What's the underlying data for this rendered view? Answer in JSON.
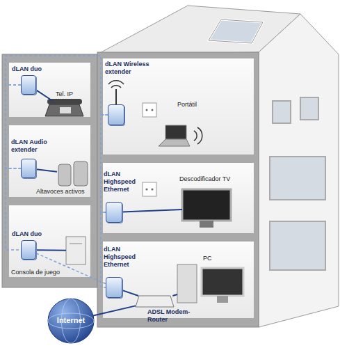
{
  "diagram": {
    "nodes": [
      {
        "text": [
          "dLAN duo"
        ]
      },
      {
        "text": [
          "Tel. IP"
        ]
      },
      {
        "text": [
          "dLAN Wireless extender"
        ]
      },
      {
        "text": [
          "Portátil"
        ]
      },
      {
        "text": [
          "dLAN Audio extender"
        ]
      },
      {
        "text": [
          "Altavoces activos"
        ]
      },
      {
        "text": [
          "dLAN Highspeed Ethernet"
        ]
      },
      {
        "text": [
          "Descodificador TV"
        ]
      },
      {
        "text": [
          "dLAN duo"
        ]
      },
      {
        "text": [
          "Consola de juego"
        ]
      },
      {
        "text": [
          "dLAN Highspeed Ethernet"
        ]
      },
      {
        "text": [
          "PC"
        ]
      },
      {
        "text": [
          "ADSL Modem-Router"
        ]
      },
      {
        "text": [
          "Internet"
        ]
      }
    ],
    "edges": [
      {
        "from": 0,
        "to": 1,
        "arrow": "none"
      },
      {
        "from": 4,
        "to": 5,
        "arrow": "none"
      },
      {
        "from": 6,
        "to": 7,
        "arrow": "none"
      },
      {
        "from": 8,
        "to": 9,
        "arrow": "none"
      },
      {
        "from": 10,
        "to": 12,
        "arrow": "none"
      },
      {
        "from": 12,
        "to": 11,
        "arrow": "none"
      },
      {
        "from": 13,
        "to": 12,
        "arrow": "none"
      },
      {
        "from": 0,
        "to": 2,
        "arrow": "none"
      },
      {
        "from": 0,
        "to": 4,
        "arrow": "none"
      },
      {
        "from": 4,
        "to": 8,
        "arrow": "none"
      },
      {
        "from": 8,
        "to": 10,
        "arrow": "none"
      },
      {
        "from": 2,
        "to": 6,
        "arrow": "none"
      },
      {
        "from": 6,
        "to": 10,
        "arrow": "none"
      }
    ]
  }
}
